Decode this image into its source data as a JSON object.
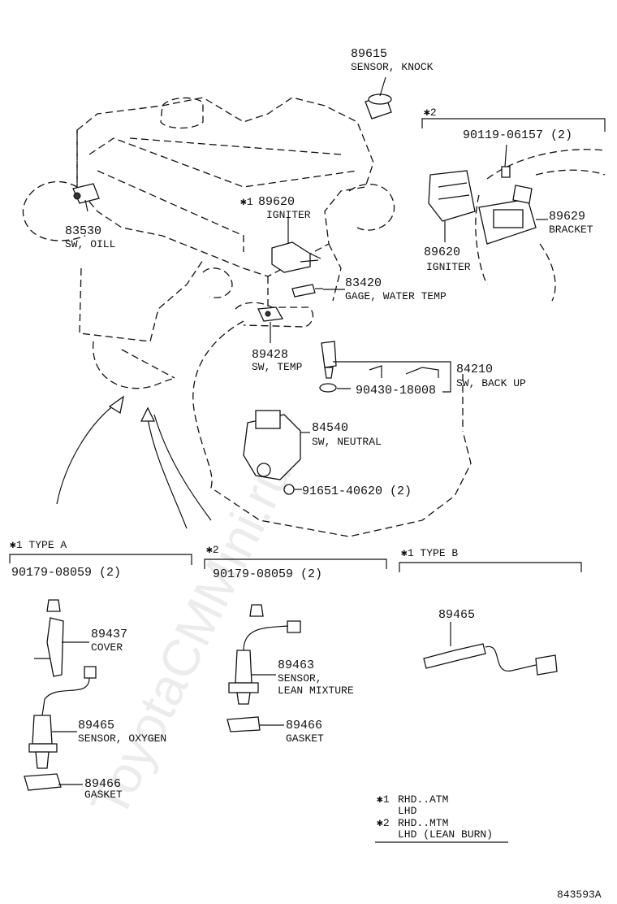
{
  "labels": {
    "l89615": {
      "part": "89615",
      "name": "SENSOR, KNOCK"
    },
    "l83530": {
      "part": "83530",
      "name": "SW, OILL"
    },
    "l89620a": {
      "note": "✱1",
      "part": "89620",
      "name": "IGNITER"
    },
    "l83420": {
      "part": "83420",
      "name": "GAGE, WATER TEMP"
    },
    "l89428": {
      "part": "89428",
      "name": "SW, TEMP"
    },
    "l84210": {
      "part": "84210",
      "name": "SW, BACK UP"
    },
    "l90430": {
      "part": "90430-18008"
    },
    "l84540": {
      "part": "84540",
      "name": "SW, NEUTRAL"
    },
    "l91651": {
      "part": "91651-40620 (2)"
    },
    "l90119": {
      "part": "90119-06157 (2)"
    },
    "l89620b": {
      "part": "89620",
      "name": "IGNITER"
    },
    "l89629": {
      "part": "89629",
      "name": "BRACKET"
    },
    "l89437": {
      "part": "89437",
      "name": "COVER"
    },
    "l89465a": {
      "part": "89465",
      "name": "SENSOR, OXYGEN"
    },
    "l89466a": {
      "part": "89466",
      "name": "GASKET"
    },
    "l89463": {
      "part": "89463",
      "name1": "SENSOR,",
      "name2": "LEAN MIXTURE"
    },
    "l89466b": {
      "part": "89466",
      "name": "GASKET"
    },
    "l89465b": {
      "part": "89465"
    },
    "l90179a": {
      "part": "90179-08059 (2)"
    },
    "l90179b": {
      "part": "90179-08059 (2)"
    }
  },
  "groups": {
    "top_right": "✱2",
    "type_a": "✱1 TYPE A",
    "mid": "✱2",
    "type_b": "✱1 TYPE B"
  },
  "legend": {
    "row1_mark": "✱1",
    "row1_a": "RHD..ATM",
    "row1_b": "LHD",
    "row2_mark": "✱2",
    "row2_a": "RHD..MTM",
    "row2_b": "LHD (LEAN BURN)"
  },
  "diagram_code": "843593A",
  "watermark": "ToyotaCMMini.ru"
}
